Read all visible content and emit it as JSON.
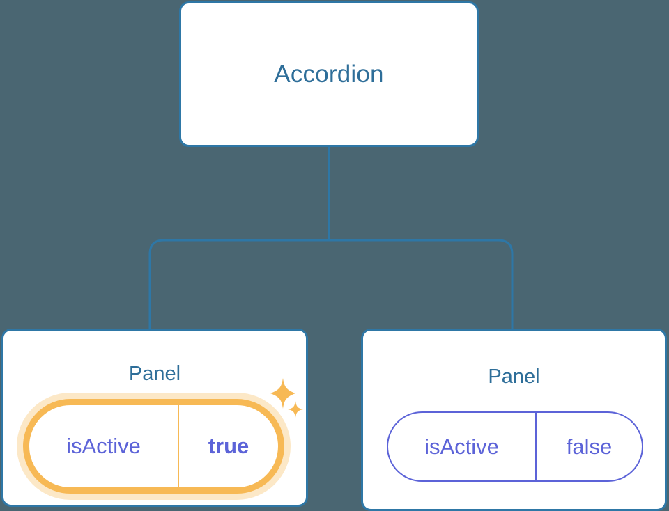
{
  "diagram": {
    "type": "component-tree",
    "background_color": "#4a6672",
    "node_border_color": "#2e77a6",
    "node_title_color": "#2e6e99",
    "connector_color": "#2e77a6",
    "highlight_color": "#f7b955",
    "highlight_glow_color": "#fbdfae",
    "prop_text_color": "#5c63d8"
  },
  "root": {
    "label": "Accordion"
  },
  "children": [
    {
      "label": "Panel",
      "highlighted": true,
      "prop": {
        "key": "isActive",
        "value": "true",
        "value_bold": true
      },
      "sparkle": "sparkle-icon"
    },
    {
      "label": "Panel",
      "highlighted": false,
      "prop": {
        "key": "isActive",
        "value": "false",
        "value_bold": false
      }
    }
  ]
}
